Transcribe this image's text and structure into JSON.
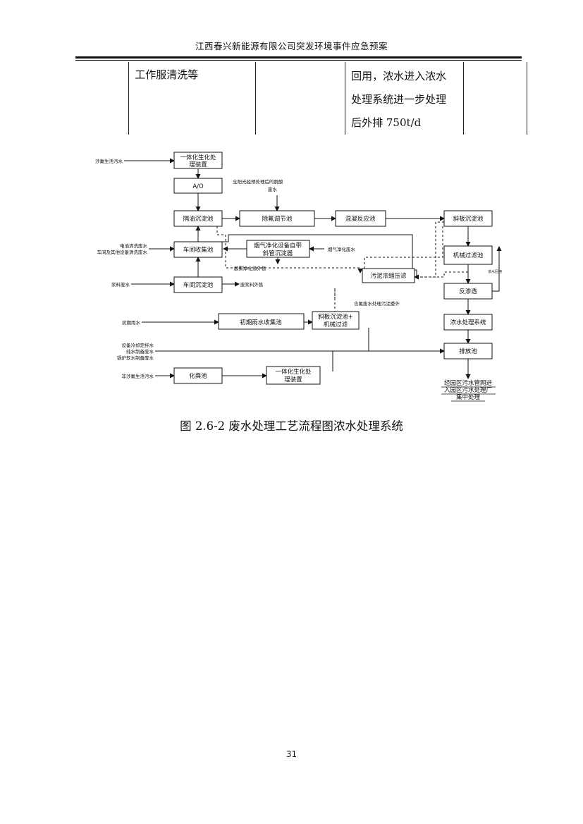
{
  "header": {
    "title": "江西春兴新能源有限公司突发环境事件应急预案"
  },
  "table": {
    "cell_source": "工作服清洗等",
    "cell_treatment_lines": [
      "回用，浓水进入浓水",
      "处理系统进一步处理",
      "后外排 750t/d"
    ]
  },
  "diagram": {
    "boxes": {
      "integrated_bio_1": [
        "一体化生化处",
        "理装置"
      ],
      "ao": "A/O",
      "grease_sedimentation": "隔油沉淀池",
      "fluoride_removal": "除氟调节池",
      "coag_reaction": "混凝反应池",
      "inclined_plate": "斜板沉淀池",
      "workshop_collection": "车间收集池",
      "fume_purification": [
        "烟气净化设备自带",
        "斜管沉淀器"
      ],
      "mechanical_filter": "机械过滤池",
      "sludge_press": "污泥浓缩压滤",
      "ro": "反渗透",
      "workshop_sedimentation": "车间沉淀池",
      "initial_rain_collection": "初期雨水收集池",
      "inclined_mech": [
        "斜板沉淀池+",
        "机械过滤"
      ],
      "concentrate_system": "浓水处理系统",
      "discharge_pool": "排放池",
      "septic_tank": "化粪池",
      "integrated_bio_2": [
        "一体化生化处",
        "理装置"
      ],
      "final_destination": [
        "经园区污水管网进",
        "入园区污水处理厂",
        "集中处理"
      ]
    },
    "labels": {
      "src_domestic_fluoride": "涉氟生活污水",
      "pretreated_fluoride": [
        "全阳光经预处理后的脱酸",
        "废水"
      ],
      "src_electrode_wash": "电池清洗废水",
      "src_other_equipment": "车间及其他设备清洗废水",
      "fume_wastewater": "烟气净化废水",
      "acid_mist_sludge": "酸雾净化渣外售",
      "src_slurry": "浆料废水",
      "waste_slurry_sold": "废浆料外售",
      "water_reuse": "浓水回用",
      "fluoride_sludge_disposal": "含氟废水处理污泥委外",
      "src_initial_rain": "初期雨水",
      "src_cooling": "设备冷却定排水",
      "src_pure_water": "纯水制备废水",
      "src_boiler": "锅炉软水制备废水",
      "src_nonfluoride_domestic": "非涉氟生活污水"
    }
  },
  "caption": "图 2.6-2  废水处理工艺流程图浓水处理系统",
  "page_number": "31"
}
